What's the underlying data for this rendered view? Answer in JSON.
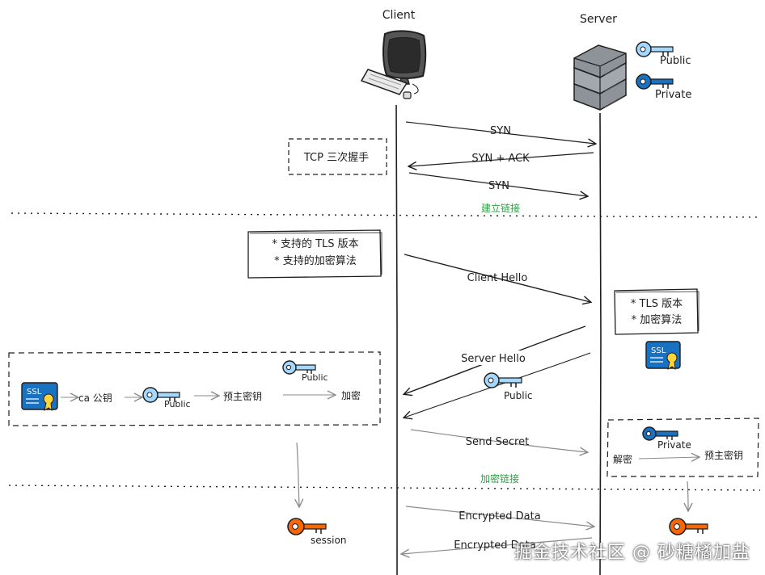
{
  "participants": {
    "client": "Client",
    "server": "Server"
  },
  "server_keys": {
    "public": "Public",
    "private": "Private"
  },
  "tcp": {
    "note": "TCP 三次握手",
    "msg1": "SYN",
    "msg2": "SYN + ACK",
    "msg3": "SYN",
    "label": "建立链接"
  },
  "client_hello": {
    "note_line1": "* 支持的 TLS 版本",
    "note_line2": "* 支持的加密算法",
    "msg": "Client Hello"
  },
  "server_hello": {
    "note_line1": "* TLS 版本",
    "note_line2": "* 加密算法",
    "msg": "Server Hello",
    "key_label": "Public"
  },
  "client_process": {
    "cert_text": "SSL",
    "ca_label": "ca 公钥",
    "key_label": "Public",
    "secret_label": "预主密钥",
    "encrypt_label": "加密",
    "top_key_label": "Public"
  },
  "send_secret": {
    "msg": "Send Secret",
    "label": "加密链接"
  },
  "server_process": {
    "key_label": "Private",
    "decrypt_label": "解密",
    "secret_label": "预主密钥"
  },
  "session": {
    "key_label": "session"
  },
  "data": {
    "msg1": "Encrypted Data",
    "msg2": "Encrypted Data"
  },
  "watermark": "掘金技术社区 @ 砂糖橘加盐",
  "colors": {
    "stroke": "#1e1e1e",
    "public_key": "#a5d8ff",
    "private_key": "#1971c2",
    "session_key": "#f76707",
    "cert": "#1971c2",
    "green_text": "#2f9e44"
  }
}
